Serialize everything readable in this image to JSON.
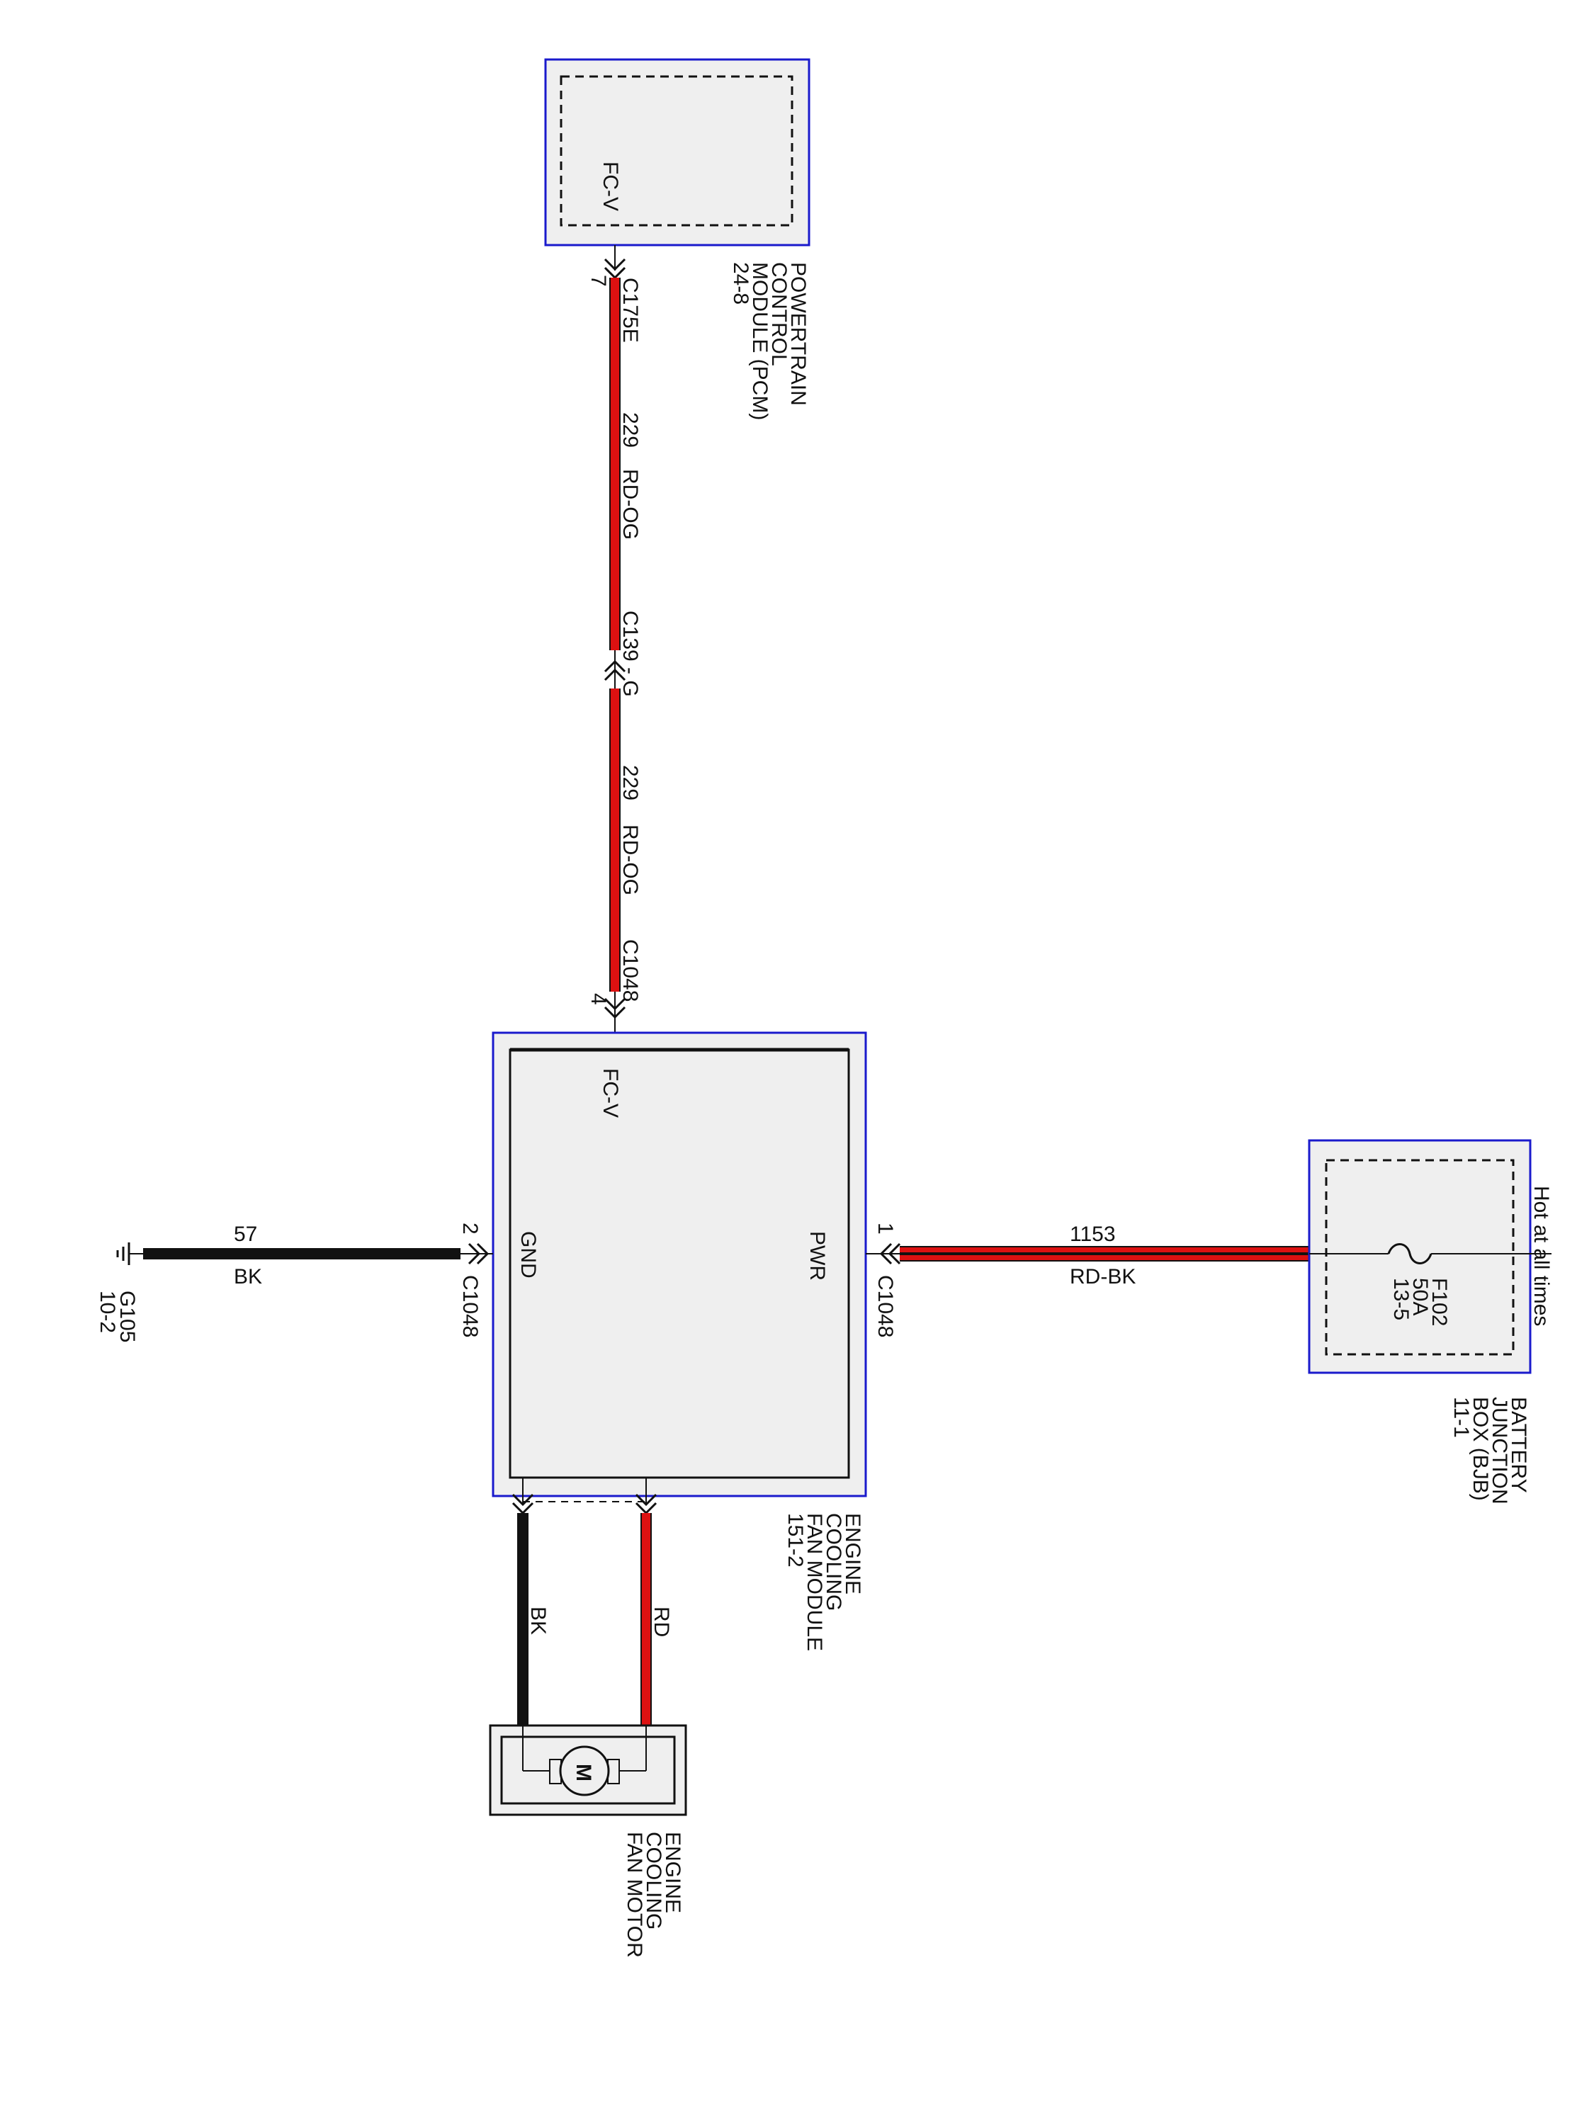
{
  "diagram": {
    "pcm": {
      "name_lines": [
        "POWERTRAIN",
        "CONTROL",
        "MODULE (PCM)",
        "24-8"
      ],
      "pin": "FC-V",
      "connector": "C175E",
      "pin_number": "7"
    },
    "wire_upper": {
      "circuit": "229",
      "color": "RD-OG"
    },
    "inline_connector": "C139 - G",
    "wire_lower": {
      "circuit": "229",
      "color": "RD-OG"
    },
    "fan_module": {
      "name_lines": [
        "ENGINE",
        "COOLING",
        "FAN MODULE",
        "151-2"
      ],
      "pin_fcv": "FC-V",
      "connector_top": "C1048",
      "connector_top_pin": "4",
      "pin_gnd": "GND",
      "pin_pwr": "PWR",
      "gnd_pin_number": "2",
      "gnd_connector": "C1048",
      "pwr_pin_number": "1",
      "pwr_connector": "C1048"
    },
    "ground_wire": {
      "circuit": "57",
      "color": "BK"
    },
    "ground": {
      "id": "G105",
      "ref": "10-2"
    },
    "power_wire": {
      "circuit": "1153",
      "color": "RD-BK"
    },
    "bjb": {
      "name_lines": [
        "BATTERY",
        "JUNCTION",
        "BOX (BJB)",
        "11-1"
      ],
      "hot_label": "Hot at all times",
      "fuse_lines": [
        "F102",
        "50A",
        "13-5"
      ]
    },
    "motor_wires": {
      "left": "BK",
      "right": "RD"
    },
    "fan_motor": {
      "symbol": "M",
      "name_lines": [
        "ENGINE",
        "COOLING",
        "FAN MOTOR"
      ]
    },
    "colors": {
      "box_outline": "#1a1acc",
      "box_fill": "#efefef",
      "wire_red": "#dd1111",
      "wire_black": "#111111"
    }
  }
}
